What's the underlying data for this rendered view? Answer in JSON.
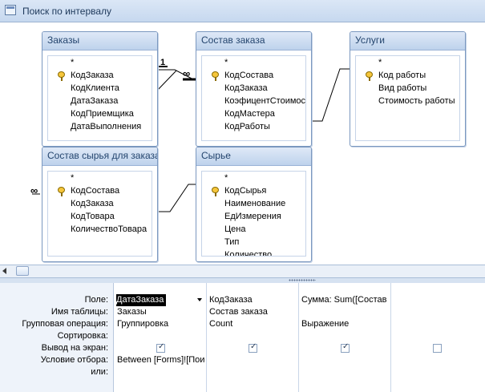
{
  "window": {
    "title": "Поиск по интервалу"
  },
  "tables": [
    {
      "title": "Заказы",
      "fields": [
        {
          "name": "*",
          "key": false
        },
        {
          "name": "КодЗаказа",
          "key": true
        },
        {
          "name": "КодКлиента",
          "key": false
        },
        {
          "name": "ДатаЗаказа",
          "key": false
        },
        {
          "name": "КодПриемщика",
          "key": false
        },
        {
          "name": "ДатаВыполнения",
          "key": false
        }
      ]
    },
    {
      "title": "Состав заказа",
      "fields": [
        {
          "name": "*",
          "key": false
        },
        {
          "name": "КодСостава",
          "key": true
        },
        {
          "name": "КодЗаказа",
          "key": false
        },
        {
          "name": "КоэфицентСтоимости",
          "key": false
        },
        {
          "name": "КодМастера",
          "key": false
        },
        {
          "name": "КодРаботы",
          "key": false
        }
      ]
    },
    {
      "title": "Услуги",
      "fields": [
        {
          "name": "*",
          "key": false
        },
        {
          "name": "Код работы",
          "key": true
        },
        {
          "name": "Вид работы",
          "key": false
        },
        {
          "name": "Стоимость работы",
          "key": false
        }
      ]
    },
    {
      "title": "Состав сырья для заказа",
      "fields": [
        {
          "name": "*",
          "key": false
        },
        {
          "name": "КодСостава",
          "key": true
        },
        {
          "name": "КодЗаказа",
          "key": false
        },
        {
          "name": "КодТовара",
          "key": false
        },
        {
          "name": "КоличествоТовара",
          "key": false
        }
      ]
    },
    {
      "title": "Сырье",
      "fields": [
        {
          "name": "*",
          "key": false
        },
        {
          "name": "КодСырья",
          "key": true
        },
        {
          "name": "Наименование",
          "key": false
        },
        {
          "name": "ЕдИзмерения",
          "key": false
        },
        {
          "name": "Цена",
          "key": false
        },
        {
          "name": "Тип",
          "key": false
        },
        {
          "name": "Количество",
          "key": false
        }
      ]
    }
  ],
  "relations": {
    "one_symbol": "1",
    "many_symbol": "∞"
  },
  "grid": {
    "row_labels": [
      "Поле:",
      "Имя таблицы:",
      "Групповая операция:",
      "Сортировка:",
      "Вывод на экран:",
      "Условие отбора:",
      "или:"
    ],
    "columns": [
      {
        "field": "ДатаЗаказа",
        "table": "Заказы",
        "group": "Группировка",
        "sort": "",
        "show": true,
        "criteria": "Between [Forms]![Поиск по интервалу]",
        "or": ""
      },
      {
        "field": "КодЗаказа",
        "table": "Состав заказа",
        "group": "Count",
        "sort": "",
        "show": true,
        "criteria": "",
        "or": ""
      },
      {
        "field": "Сумма: Sum([Состав заказа]",
        "table": "",
        "group": "Выражение",
        "sort": "",
        "show": true,
        "criteria": "",
        "or": ""
      },
      {
        "field": "",
        "table": "",
        "group": "",
        "sort": "",
        "show": false,
        "criteria": "",
        "or": ""
      }
    ]
  }
}
